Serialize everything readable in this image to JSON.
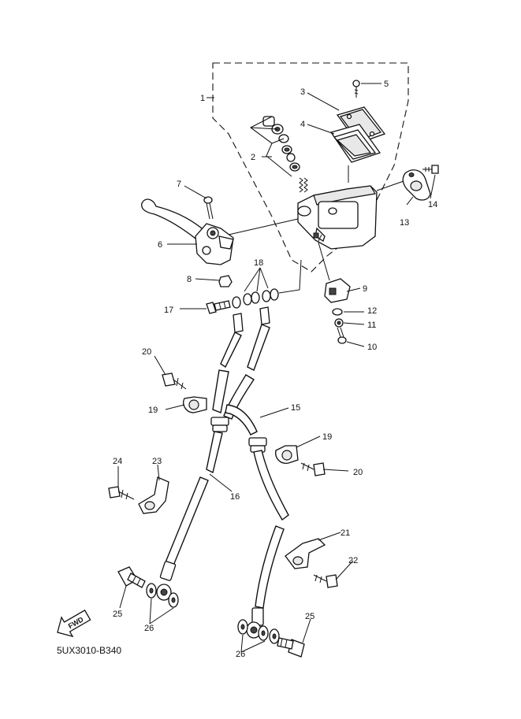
{
  "diagram": {
    "code": "5UX3010-B340",
    "fwd_label": "FWD",
    "callouts": [
      "1",
      "2",
      "3",
      "4",
      "5",
      "6",
      "7",
      "8",
      "9",
      "10",
      "11",
      "12",
      "13",
      "14",
      "15",
      "16",
      "17",
      "18",
      "19",
      "19",
      "20",
      "20",
      "21",
      "22",
      "23",
      "24",
      "25",
      "25",
      "26",
      "26"
    ]
  }
}
